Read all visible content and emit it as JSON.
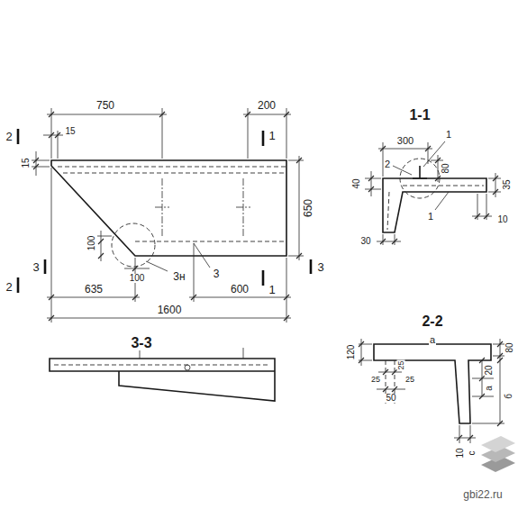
{
  "diagram": {
    "labels": [
      "750",
      "200",
      "2",
      "15",
      "15",
      "1",
      "650",
      "100",
      "100",
      "3н",
      "3",
      "2",
      "3",
      "635",
      "600",
      "1",
      "3",
      "1600",
      "1-1",
      "300",
      "1",
      "2",
      "40",
      "80",
      "35",
      "1",
      "10",
      "30",
      "2-2",
      "120",
      "80",
      "а",
      "25",
      "25",
      "25",
      "50",
      "20",
      "а",
      "б",
      "10",
      "с",
      "3-3",
      "gbi22.ru"
    ]
  }
}
